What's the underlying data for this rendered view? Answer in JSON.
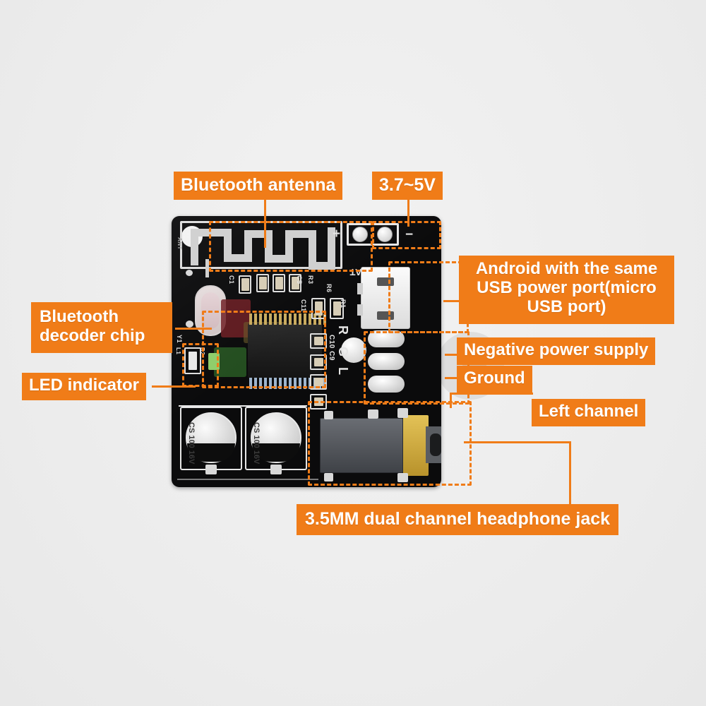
{
  "page": {
    "background_color": "#ececec",
    "accent_color": "#f07c18",
    "board_color": "#0b0b0c",
    "subject": "Bluetooth MP3 decoder audio amplifier board"
  },
  "labels": [
    {
      "id": "bluetooth-antenna",
      "text": "Bluetooth antenna"
    },
    {
      "id": "voltage",
      "text": "3.7~5V"
    },
    {
      "id": "usb-port",
      "text": "Android with the same\nUSB power port(micro\nUSB port)"
    },
    {
      "id": "bluetooth-decoder",
      "text": "Bluetooth\ndecoder chip"
    },
    {
      "id": "led-indicator",
      "text": "LED indicator"
    },
    {
      "id": "negative-power",
      "text": "Negative power supply"
    },
    {
      "id": "ground",
      "text": "Ground"
    },
    {
      "id": "left-channel",
      "text": "Left channel"
    },
    {
      "id": "headphone-jack",
      "text": "3.5MM dual channel headphone jack"
    }
  ],
  "board_silkscreen": {
    "battery_label": "BAT",
    "plus_sign": "+",
    "minus_sign": "−",
    "audio_pads": [
      "L",
      "G",
      "R"
    ],
    "part_refs": [
      "C1",
      "C5",
      "R3",
      "R6",
      "C11",
      "R1",
      "C10",
      "C9",
      "Y1",
      "L1",
      "R2"
    ],
    "capacitor_1": {
      "brand": "CS",
      "capacitance": "100",
      "voltage": "16V"
    },
    "capacitor_2": {
      "brand": "CS",
      "capacitance": "100",
      "voltage": "16V"
    }
  }
}
